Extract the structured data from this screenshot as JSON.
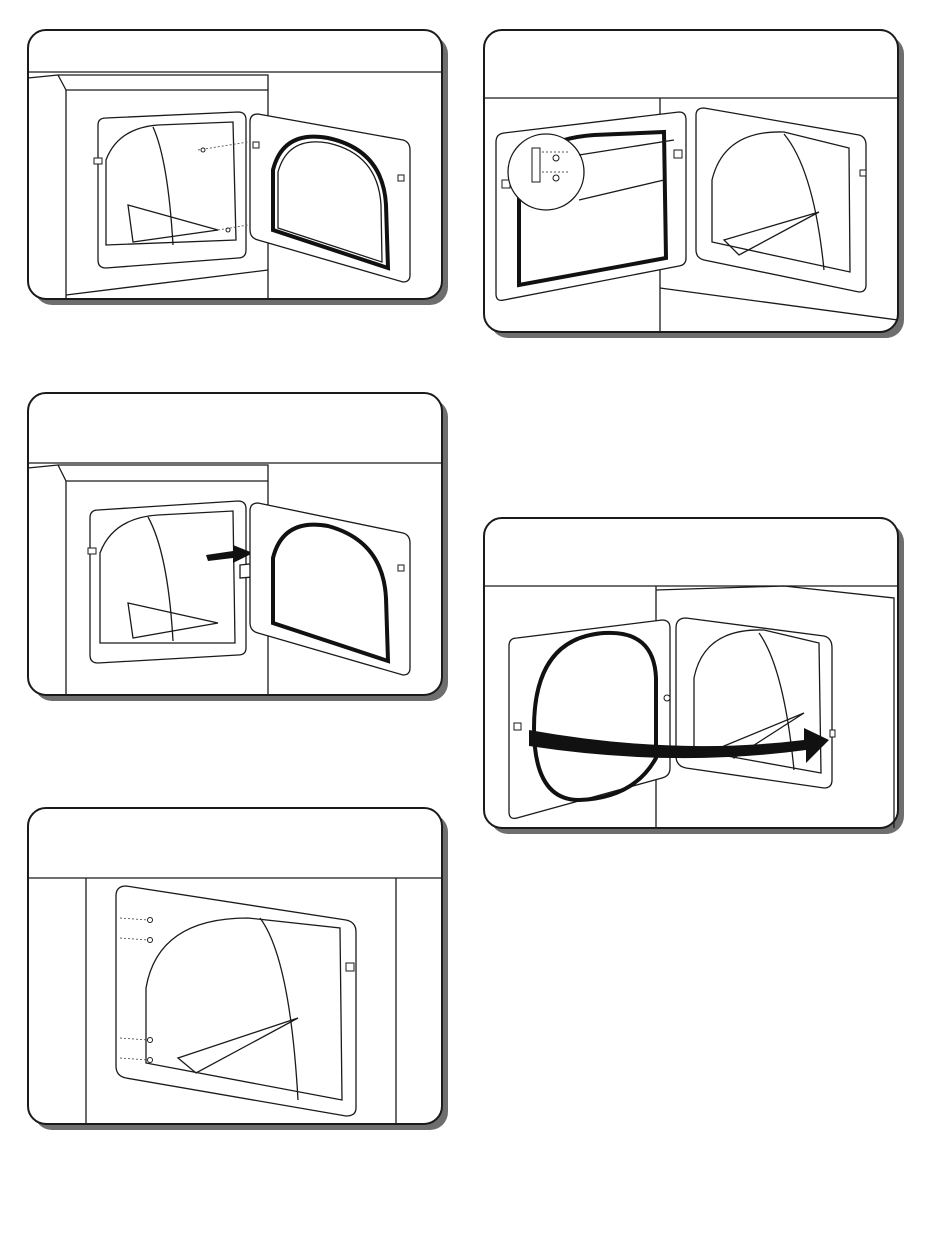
{
  "panels": [
    {
      "id": "step1",
      "caption": ""
    },
    {
      "id": "step2",
      "caption": ""
    },
    {
      "id": "step3",
      "caption": ""
    },
    {
      "id": "step4",
      "caption": ""
    },
    {
      "id": "step5",
      "caption": ""
    }
  ]
}
